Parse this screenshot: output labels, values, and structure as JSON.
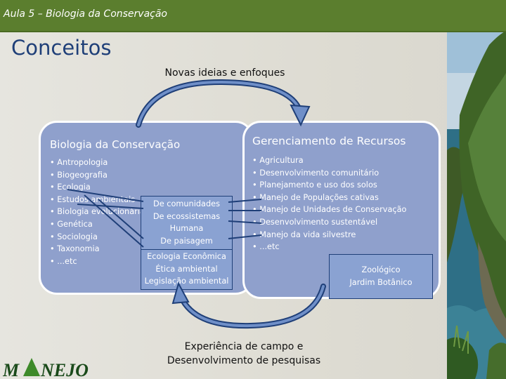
{
  "header": {
    "title": "Aula 5 – Biologia da Conservação",
    "bar_color": "#5b7e2e"
  },
  "slide_title": "Conceitos",
  "top_label": "Novas ideias e enfoques",
  "left_panel": {
    "heading": "Biologia da Conservação",
    "items": [
      "Antropologia",
      "Biogeografia",
      "Ecologia",
      "Estudos ambientais",
      "Biologia evolucionária",
      "Genética",
      "Sociologia",
      "Taxonomia",
      "...etc"
    ]
  },
  "right_panel": {
    "heading": "Gerenciamento de Recursos",
    "items": [
      "Agricultura",
      "Desenvolvimento comunitário",
      "Planejamento e uso dos solos",
      "Manejo de Populações cativas",
      "Manejo de Unidades de Conservação",
      "Desenvolvimento sustentável",
      "Manejo da vida silvestre",
      "...etc"
    ]
  },
  "center_box_top": [
    "De comunidades",
    "De ecossistemas",
    "Humana",
    "De paisagem"
  ],
  "center_box_bottom": [
    "Ecologia Econômica",
    "Ética ambiental",
    "Legislação ambiental"
  ],
  "right_box": [
    "Zoológico",
    "Jardim Botânico"
  ],
  "bottom_label": [
    "Experiência de campo e",
    "Desenvolvimento de pesquisas"
  ],
  "logo": {
    "text": "M NEJO"
  },
  "colors": {
    "panel": "#8fa0cc",
    "title": "#1f3f78",
    "arrow": "#1f3f78"
  }
}
